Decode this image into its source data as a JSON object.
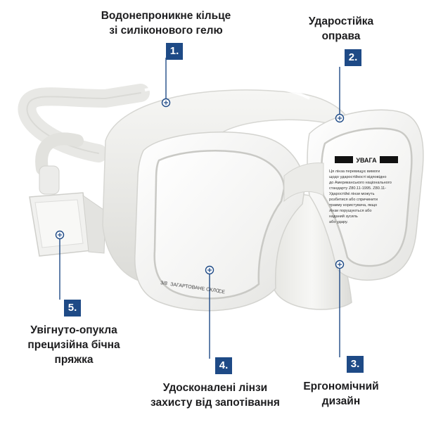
{
  "features": [
    {
      "number": "1.",
      "lines": [
        "Водонепроникне кільце",
        "зі силіконового гелю"
      ]
    },
    {
      "number": "2.",
      "lines": [
        "Ударостійка",
        "оправа"
      ]
    },
    {
      "number": "3.",
      "lines": [
        "Ергономічний",
        "дизайн"
      ]
    },
    {
      "number": "4.",
      "lines": [
        "Удосконалені лінзи",
        "захисту від запотівання"
      ]
    },
    {
      "number": "5.",
      "lines": [
        "Увігнуто-опукла",
        "прецизійна бічна",
        "пряжка"
      ]
    }
  ],
  "sticker": {
    "title": "УВАГА",
    "lines": [
      "Ця лінза перевищує вимоги",
      "щодо ударостійкості відповідно",
      "до Американського національного",
      "стандарту Z80.11-1995. Z80.11-",
      "Ударостійкі лінзи можуть",
      "розбитися або спричинити",
      "травму користувача, якщо",
      "лінзи порушуються або",
      "наданий зусиль",
      "або удару."
    ]
  },
  "lens_print": "ЗАГАРТОВАНЕ СКЛО",
  "lens_marks": [
    "3/8",
    "CE"
  ],
  "colors": {
    "badge": "#1e4a86",
    "leader": "#1e4a86",
    "text": "#1d1d1f"
  }
}
